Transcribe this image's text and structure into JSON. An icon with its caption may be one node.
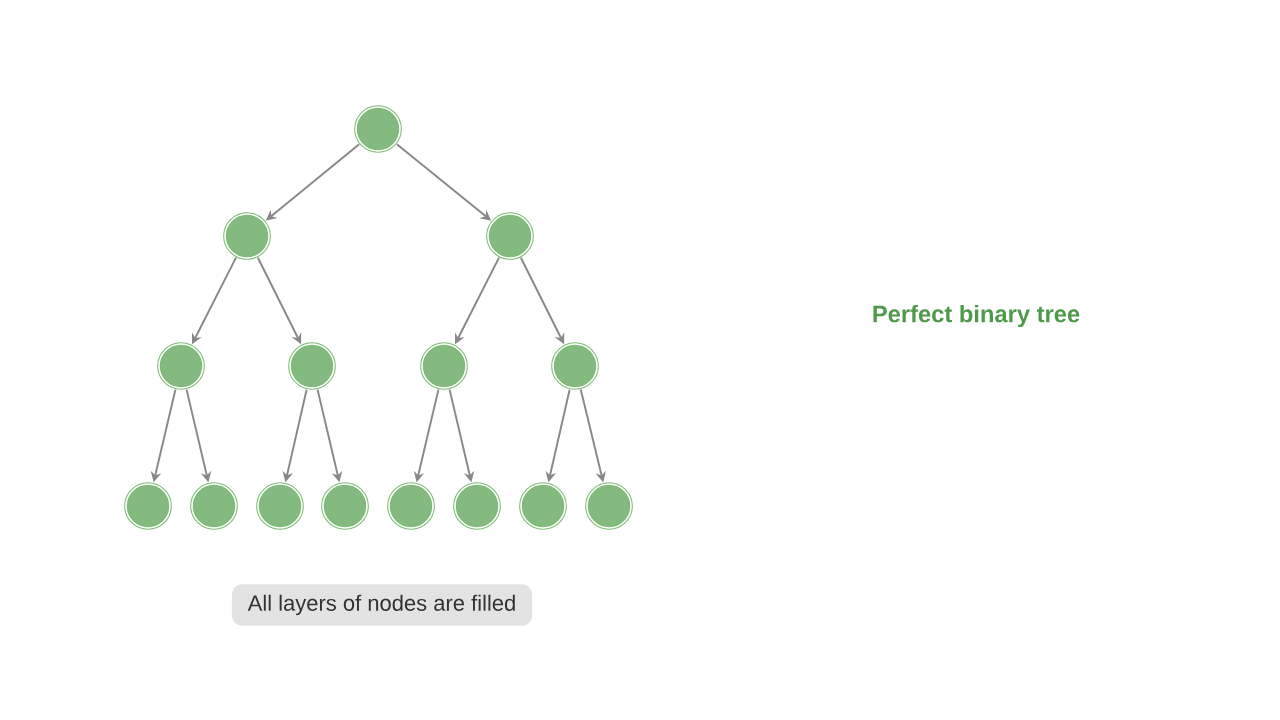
{
  "diagram": {
    "nodes": [
      {
        "text": [],
        "shape": "circle"
      },
      {
        "text": [],
        "shape": "circle"
      },
      {
        "text": [],
        "shape": "circle"
      },
      {
        "text": [],
        "shape": "circle"
      },
      {
        "text": [],
        "shape": "circle"
      },
      {
        "text": [],
        "shape": "circle"
      },
      {
        "text": [],
        "shape": "circle"
      },
      {
        "text": [],
        "shape": "circle"
      },
      {
        "text": [],
        "shape": "circle"
      },
      {
        "text": [],
        "shape": "circle"
      },
      {
        "text": [],
        "shape": "circle"
      },
      {
        "text": [],
        "shape": "circle"
      },
      {
        "text": [],
        "shape": "circle"
      },
      {
        "text": [],
        "shape": "circle"
      },
      {
        "text": [],
        "shape": "circle"
      },
      {
        "text": [
          "All layers of nodes are filled"
        ]
      }
    ],
    "edges": [
      {
        "from": 0,
        "to": 1,
        "arrow": "to"
      },
      {
        "from": 0,
        "to": 2,
        "arrow": "to"
      },
      {
        "from": 1,
        "to": 3,
        "arrow": "to"
      },
      {
        "from": 1,
        "to": 4,
        "arrow": "to"
      },
      {
        "from": 2,
        "to": 5,
        "arrow": "to"
      },
      {
        "from": 2,
        "to": 6,
        "arrow": "to"
      },
      {
        "from": 3,
        "to": 7,
        "arrow": "to"
      },
      {
        "from": 3,
        "to": 8,
        "arrow": "to"
      },
      {
        "from": 4,
        "to": 9,
        "arrow": "to"
      },
      {
        "from": 4,
        "to": 10,
        "arrow": "to"
      },
      {
        "from": 5,
        "to": 11,
        "arrow": "to"
      },
      {
        "from": 5,
        "to": 12,
        "arrow": "to"
      },
      {
        "from": 6,
        "to": 13,
        "arrow": "to"
      },
      {
        "from": 6,
        "to": 14,
        "arrow": "to"
      }
    ],
    "labels": [
      "Perfect binary tree"
    ]
  }
}
